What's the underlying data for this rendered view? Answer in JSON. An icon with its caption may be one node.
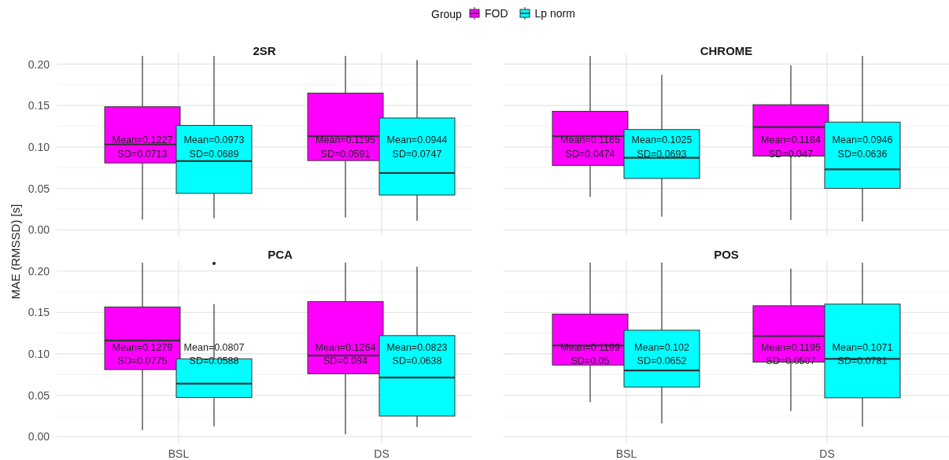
{
  "diagram": {
    "labels": [
      "Group",
      "2SR",
      "CHROME",
      "PCA",
      "POS",
      "MAE (RMSSD) [s]",
      "0.20",
      "0.15",
      "0.10",
      "0.05",
      "0.00",
      "0.20",
      "0.15",
      "0.10",
      "0.05",
      "0.00",
      "BSL",
      "DS",
      "BSL",
      "DS",
      "Mean=0.1227",
      "SD=0.0713",
      "Mean=0.0973",
      "SD=0.0689",
      "Mean=0.1195",
      "SD=0.0591",
      "Mean=0.0944",
      "SD=0.0747",
      "Mean=0.1165",
      "SD=0.0474",
      "Mean=0.1025",
      "SD=0.0693",
      "Mean=0.1184",
      "SD=0.047",
      "Mean=0.0946",
      "SD=0.0636",
      "Mean=0.1279",
      "SD=0.0775",
      "Mean=0.0807",
      "SD=0.0588",
      "Mean=0.1264",
      "SD=0.084",
      "Mean=0.0823",
      "SD=0.0638",
      "Mean=0.1199",
      "SD=0.05",
      "Mean=0.102",
      "SD=0.0652",
      "Mean=0.1195",
      "SD=0.0507",
      "Mean=0.1071",
      "SD=0.0781"
    ],
    "legend": [
      {
        "text": "FOD",
        "color": "#ff00ff"
      },
      {
        "text": "Lp norm",
        "color": "#00ffff"
      }
    ]
  }
}
